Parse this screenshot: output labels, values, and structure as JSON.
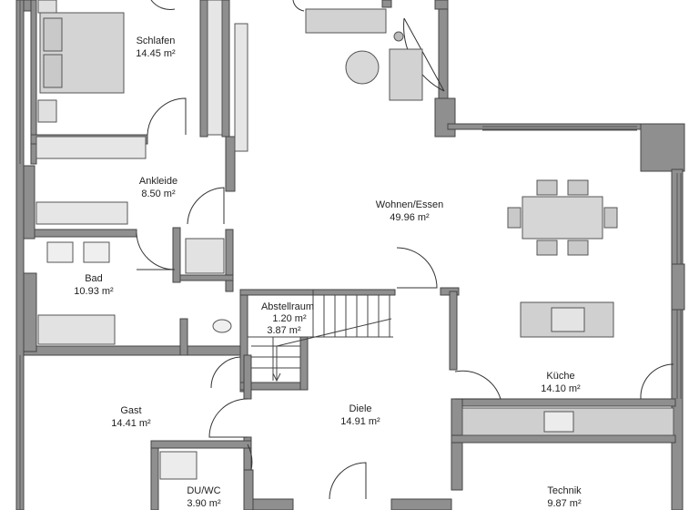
{
  "rooms": {
    "schlafen": {
      "name": "Schlafen",
      "area": "14.45 m²"
    },
    "ankleide": {
      "name": "Ankleide",
      "area": "8.50 m²"
    },
    "bad": {
      "name": "Bad",
      "area": "10.93 m²"
    },
    "wohnen": {
      "name": "Wohnen/Essen",
      "area": "49.96 m²"
    },
    "abstell": {
      "name": "Abstellraum",
      "area": "1.20 m²",
      "area2": "3.87 m²"
    },
    "kueche": {
      "name": "Küche",
      "area": "14.10 m²"
    },
    "gast": {
      "name": "Gast",
      "area": "14.41 m²"
    },
    "diele": {
      "name": "Diele",
      "area": "14.91 m²"
    },
    "duwc": {
      "name": "DU/WC",
      "area": "3.90 m²"
    },
    "technik": {
      "name": "Technik",
      "area": "9.87 m²"
    }
  },
  "colors": {
    "wall": "#8f8f8f",
    "wall_dark": "#4a4a4a",
    "furniture": "#c9c9c9",
    "furniture_stroke": "#555555",
    "line": "#333333"
  }
}
